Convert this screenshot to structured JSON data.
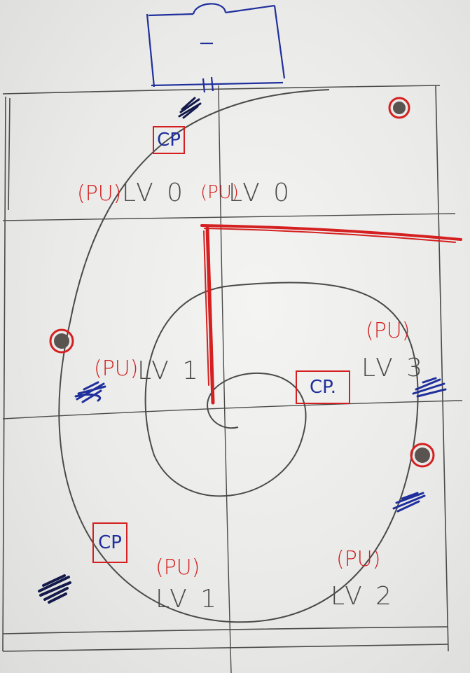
{
  "colors": {
    "pencil": "#4a4a4a",
    "red": "#d42020",
    "blue": "#1f2f9c",
    "navy": "#141a4a",
    "hole": "#5a5450"
  },
  "labels": {
    "top_left_pu": "(PU)",
    "top_left_lv": "LV 0",
    "top_mid_pu": "(PU)",
    "top_mid_lv": "LV 0",
    "mid_left_pu": "(PU)",
    "mid_left_lv": "LV 1",
    "mid_right_pu": "(PU)",
    "mid_right_lv": "LV 3",
    "bottom_left_pu": "(PU)",
    "bottom_left_lv": "LV 1",
    "bottom_right_pu": "(PU)",
    "bottom_right_lv": "LV 2"
  },
  "checkpoints": {
    "top": "CP",
    "right": "CP.",
    "bottom_left": "CP"
  },
  "icons": {
    "hole": "circled-hole-icon",
    "scribble": "blue-scribble-icon",
    "door": "door-icon"
  }
}
